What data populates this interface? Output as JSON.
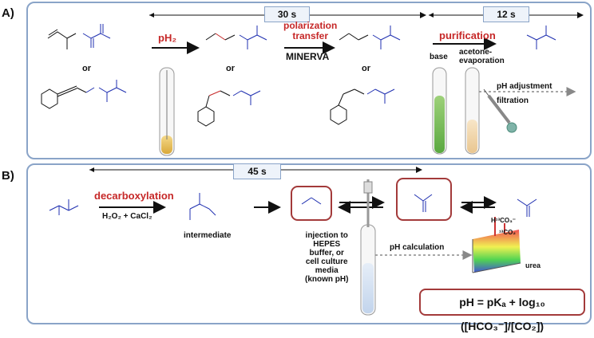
{
  "panel_a": {
    "label": "A)",
    "time_hyperpol": "30 s",
    "time_purif": "12 s",
    "step_ph2": "pH₂",
    "step_polarization": "polarization\ntransfer",
    "step_minerva": "MINERVA",
    "step_purification": "purification",
    "or_labels": [
      "or",
      "or",
      "or"
    ],
    "tube_labels": [
      "base",
      "acetone-\nevaporation"
    ],
    "ph_adjust": "pH adjustment\nfiltration"
  },
  "panel_b": {
    "label": "B)",
    "time": "45 s",
    "step_decarboxylation": "decarboxylation",
    "reagents": "H₂O₂ + CaCl₂",
    "intermediate": "intermediate",
    "injection": "injection to\nHEPES\nbuffer, or\ncell culture\nmedia\n(known pH)",
    "ph_calc": "pH calculation",
    "spectrum_labels": [
      "H¹³CO₃⁻",
      "¹³CO₂",
      "urea"
    ],
    "formula": "pH = pKₐ + log₁₀ ([HCO₃⁻]/[CO₂])"
  },
  "colors": {
    "panel_border": "#8aa4c8",
    "accent_red": "#c62828",
    "molecule_blue": "#1f2fb0",
    "box_red": "#a33a3a"
  }
}
